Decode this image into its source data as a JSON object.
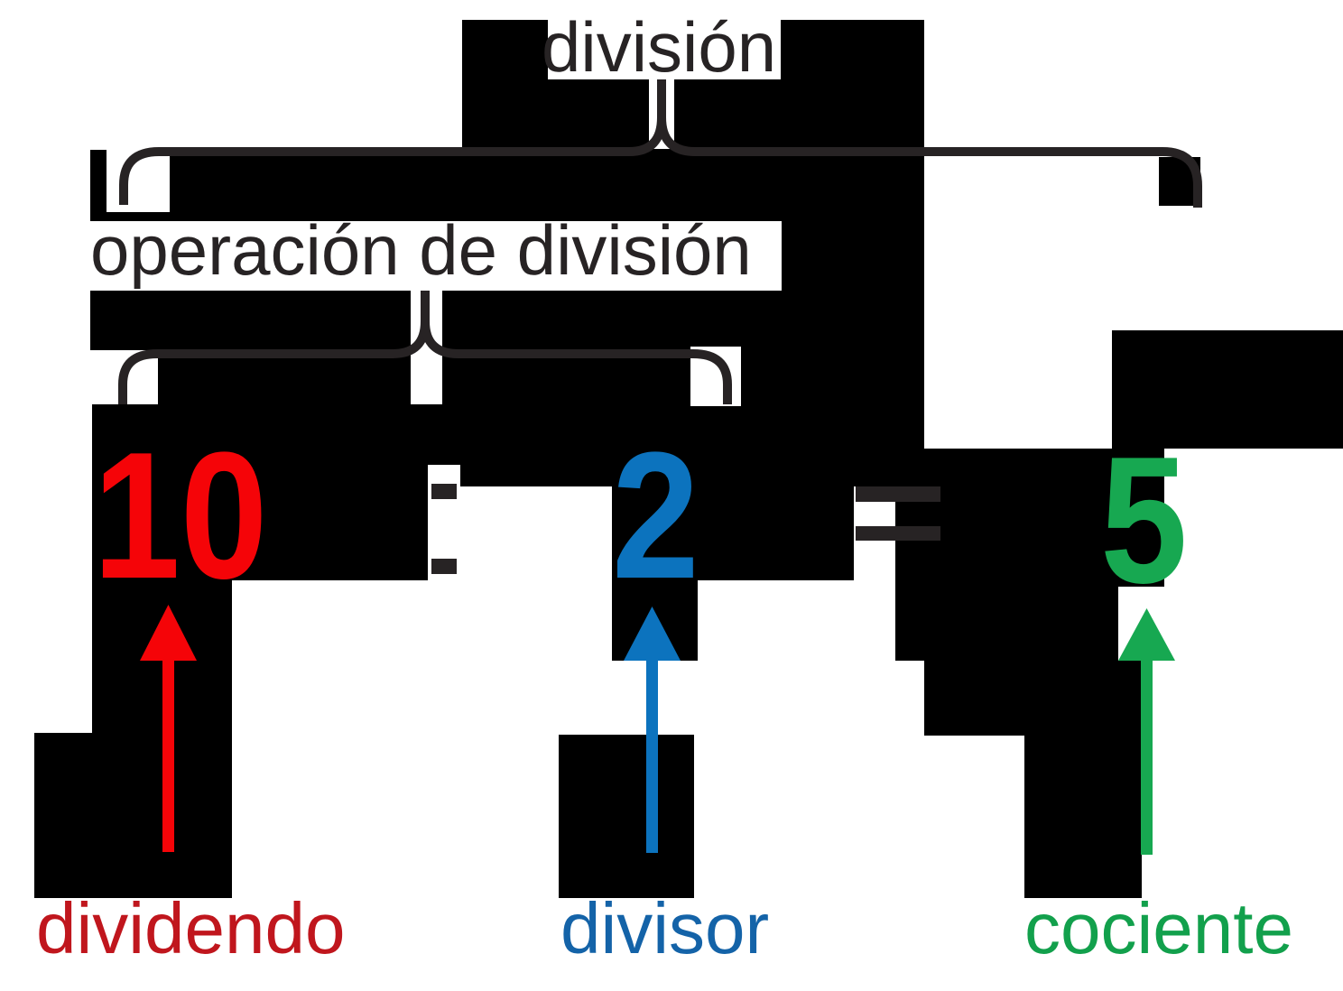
{
  "diagram": {
    "title": "división",
    "subtitle": "operación de división",
    "equation": {
      "dividend": "10",
      "operator": ":",
      "divisor": "2",
      "equals": "=",
      "quotient": "5"
    },
    "labels": {
      "dividend": "dividendo",
      "divisor": "divisor",
      "quotient": "cociente"
    },
    "colors": {
      "ink": "#272324",
      "backdrop_black": "#000000",
      "panel_white": "#ffffff",
      "dividend_red": "#f50408",
      "dividend_label_red": "#c0161d",
      "divisor_blue": "#0c73be",
      "divisor_label_blue": "#1463a8",
      "quotient_green": "#17a851",
      "quotient_label_green": "#12a04c"
    }
  }
}
